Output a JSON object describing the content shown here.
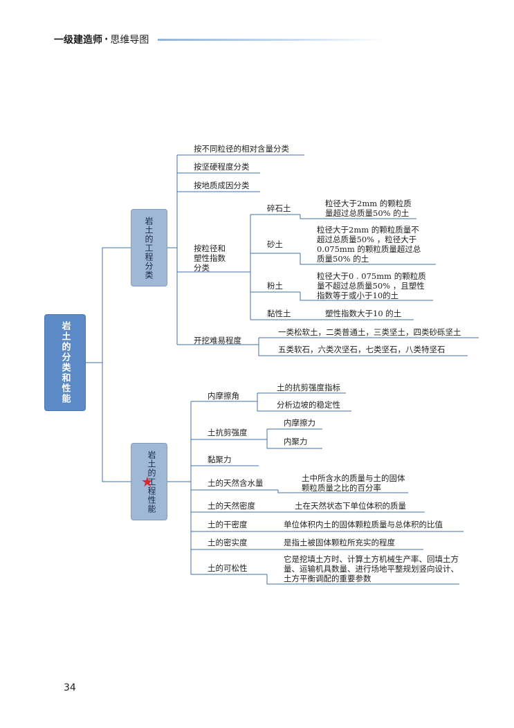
{
  "header": {
    "title": "一级建造师",
    "dot": "·",
    "subtitle": "思维导图"
  },
  "page_number": "34",
  "root": {
    "label": "岩土的分类和性能"
  },
  "classification": {
    "label": "岩土的工程分类",
    "items": [
      "按不同粒径的相对含量分类",
      "按坚硬程度分类",
      "按地质成因分类"
    ],
    "grain": {
      "label": "按粒径和塑性指数分类",
      "label_lines": [
        "按粒径和",
        "塑性指数",
        "分类"
      ],
      "types": [
        {
          "name": "碎石土",
          "desc": "粒径大于2mm 的颗粒质量超过总质量50% 的土"
        },
        {
          "name": "砂土",
          "desc": "粒径大于2mm 的颗粒质量不超过总质量50% ，粒径大于0.075mm 的颗粒质量超过总质量50% 的土"
        },
        {
          "name": "粉土",
          "desc": "粒径大于0 . 075mm 的颗粒质量不超过总质量50% ，且塑性指数等于或小于10的土"
        },
        {
          "name": "黏性土",
          "desc": "塑性指数大于10 的土"
        }
      ]
    },
    "excavation": {
      "label": "开挖难易程度",
      "desc": [
        "一类松软土，二类普通土，三类坚土，四类砂砾坚土",
        "五类软石，六类次坚石，七类坚石，八类特坚石"
      ]
    }
  },
  "properties": {
    "label": "岩土的工程性能",
    "items": [
      {
        "name": "内摩擦角",
        "children": [
          "土的抗剪强度指标",
          "分析边坡的稳定性"
        ]
      },
      {
        "name": "土抗剪强度",
        "children": [
          "内摩擦力",
          "内聚力"
        ]
      },
      {
        "name": "黏聚力"
      },
      {
        "name": "土的天然含水量",
        "desc": "土中所含水的质量与土的固体颗粒质量之比的百分率"
      },
      {
        "name": "土的天然密度",
        "desc": "土在天然状态下单位体积的质量"
      },
      {
        "name": "土的干密度",
        "desc": "单位体积内土的固体颗粒质量与总体积的比值"
      },
      {
        "name": "土的密实度",
        "desc": "是指土被固体颗粒所充实的程度"
      },
      {
        "name": "土的可松性",
        "desc": "它是挖填土方时、计算土方机械生产率、回填土方量、运输机具数量、进行场地平整规划竖向设计、土方平衡调配的重要参数"
      }
    ]
  },
  "colors": {
    "line": "#3f6fa8",
    "root": "#5b8ac6",
    "branch": "#9fb8d6",
    "star": "#d7262d"
  }
}
